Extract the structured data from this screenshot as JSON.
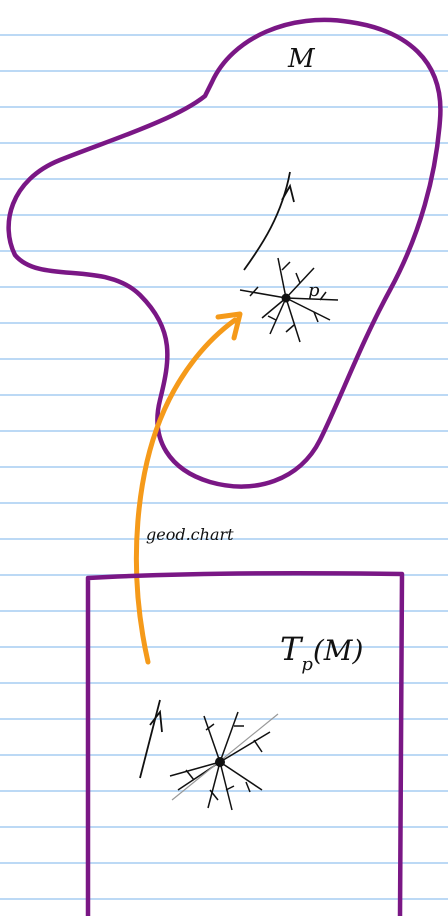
{
  "labels": {
    "manifold": "M",
    "point": "p",
    "map": "geod.chart",
    "tangent_base": "T",
    "tangent_sub": "p",
    "tangent_arg": "(M)"
  },
  "colors": {
    "paper": "#ffffff",
    "ruling": "#bcd9f5",
    "outline": "#7a1785",
    "arrow": "#f59a1a",
    "ink": "#111111"
  }
}
